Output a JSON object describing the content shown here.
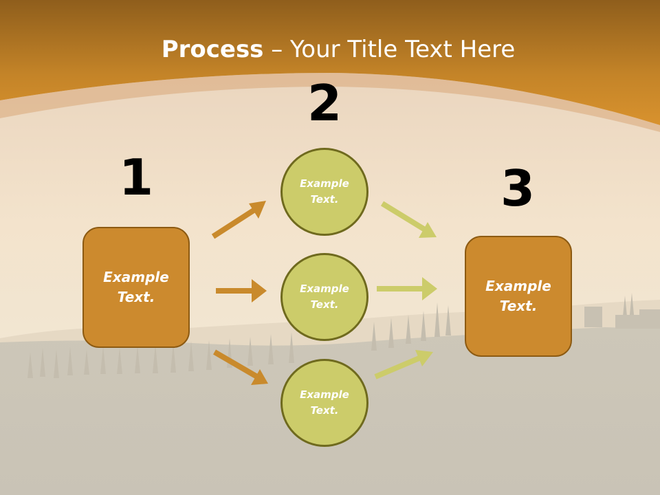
{
  "slide": {
    "title_bold": "Process",
    "title_rest": " – Your Title Text Here",
    "colors": {
      "header": "#c98a2c",
      "box_fill": "#cc8a2e",
      "circle_fill": "#cccc6a",
      "orange_arrow": "#c98a2c",
      "green_arrow": "#cccc6a"
    }
  },
  "steps": {
    "n1": "1",
    "n2": "2",
    "n3": "3"
  },
  "nodes": {
    "box_left": "Example\nText.",
    "circle_top": "Example\nText.",
    "circle_mid": "Example\nText.",
    "circle_bot": "Example\nText.",
    "box_right": "Example\nText."
  }
}
